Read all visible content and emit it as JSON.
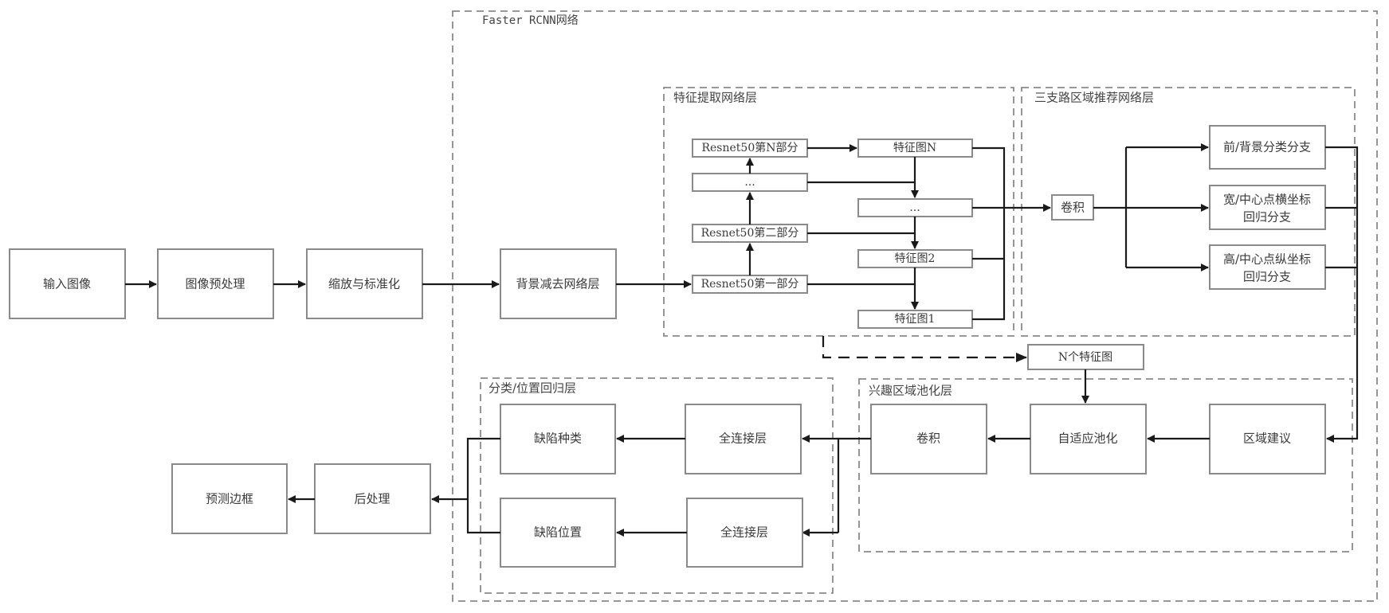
{
  "groups": {
    "faster_rcnn": "Faster RCNN网络",
    "feature_extraction": "特征提取网络层",
    "rpn": "三支路区域推荐网络层",
    "roi_pooling": "兴趣区域池化层",
    "classification": "分类/位置回归层"
  },
  "pipeline": {
    "input_image": "输入图像",
    "preprocess": "图像预处理",
    "scale_normalize": "缩放与标准化",
    "background_subtraction": "背景减去网络层",
    "predicted_bbox": "预测边框",
    "postprocess": "后处理"
  },
  "feature_extraction": {
    "resnet_parts": [
      "Resnet50第一部分",
      "Resnet50第二部分",
      "...",
      "Resnet50第N部分"
    ],
    "feature_maps": [
      "特征图1",
      "特征图2",
      "...",
      "特征图N"
    ]
  },
  "rpn": {
    "conv": "卷积",
    "branches": [
      "前/背景分类分支",
      "宽/中心点横坐标\n回归分支",
      "高/中心点纵坐标\n回归分支"
    ]
  },
  "n_feature_maps": "N个特征图",
  "roi_pooling": {
    "region_proposal": "区域建议",
    "adaptive_pooling": "自适应池化",
    "conv": "卷积"
  },
  "classification": {
    "fc_top": "全连接层",
    "fc_bottom": "全连接层",
    "defect_type": "缺陷种类",
    "defect_location": "缺陷位置"
  }
}
